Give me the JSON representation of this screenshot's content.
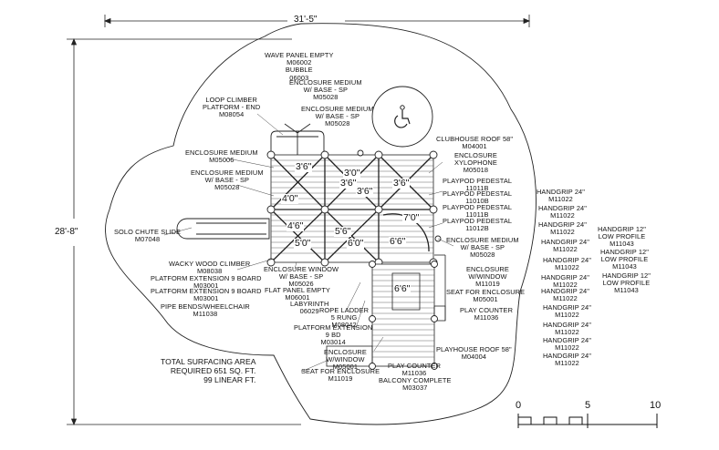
{
  "dimensions": {
    "width": "31'-5\"",
    "height": "28'-8\""
  },
  "labels": {
    "wave_panel": "WAVE PANEL EMPTY\nM06002\nBUBBLE\n06003",
    "enclosure_medium_base_1": "ENCLOSURE MEDIUM\nW/ BASE - SP\nM05028",
    "loop_climber": "LOOP CLIMBER\nPLATFORM - END\nM08054",
    "enclosure_medium_base_2": "ENCLOSURE MEDIUM\nW/ BASE - SP\nM05028",
    "enclosure_medium": "ENCLOSURE MEDIUM\nM05006",
    "enclosure_medium_base_3": "ENCLOSURE MEDIUM\nW/ BASE - SP\nM05028",
    "clubhouse_roof": "CLUBHOUSE ROOF 58\"\nM04001",
    "enclosure_xylophone": "ENCLOSURE\nXYLOPHONE\nM05018",
    "playpod_1": "PLAYPOD PEDESTAL\n11011B",
    "playpod_2": "PLAYPOD PEDESTAL\n11010B",
    "playpod_3": "PLAYPOD PEDESTAL\n11011B",
    "playpod_4": "PLAYPOD PEDESTAL\n11012B",
    "enclosure_medium_base_4": "ENCLOSURE MEDIUM\nW/ BASE - SP\nM05028",
    "solo_chute_slide": "SOLO CHUTE SLIDE\nM07048",
    "wacky_wood_climber": "WACKY WOOD CLIMBER\nM08038",
    "platform_ext_1": "PLATFORM EXTENSION 9 BOARD\nM03001",
    "platform_ext_2": "PLATFORM EXTENSION 9 BOARD\nM03001",
    "pipe_bends": "PIPE BENDS/WHEELCHAIR\nM11038",
    "enclosure_window_base": "ENCLOSURE WINDOW\nW/ BASE - SP\nM05026",
    "flat_panel": "FLAT PANEL EMPTY\nM06001",
    "labyrinth": "LABYRINTH\n06029",
    "rope_ladder": "ROPE LADDER\n5 RUNG\nM08042",
    "platform_ext_9bd": "PLATFORM EXTENSION\n9 BD\nM03014",
    "enclosure_window_1": "ENCLOSURE\nW/WINDOW\nM11019",
    "seat_for_enclosure_1": "SEAT FOR ENCLOSURE\nM05001",
    "play_counter_1": "PLAY COUNTER\nM11036",
    "playhouse_roof": "PLAYHOUSE ROOF 58\"\nM04004",
    "enclosure_window_2": "ENCLOSURE\nW/WINDOW\nM05001",
    "seat_for_enclosure_2": "SEAT FOR ENCLOSURE\nM11019",
    "play_counter_2": "PLAY COUNTER\nM11036",
    "balcony_complete": "BALCONY COMPLETE\nM03037",
    "handgrips_col1": [
      "HANDGRIP 24\"\nM11022",
      "HANDGRIP 24\"\nM11022",
      "HANDGRIP 24\"\nM11022",
      "HANDGRIP 24\"\nM11022",
      "HANDGRIP 24\"\nM11022",
      "HANDGRIP 24\"\nM11022",
      "HANDGRIP 24\"\nM11022",
      "HANDGRIP 24\"\nM11022",
      "HANDGRIP 24\"\nM11022",
      "HANDGRIP 24\"\nM11022"
    ],
    "handgrips_col2": [
      "HANDGRIP 12\"\nLOW PROFILE\nM11043",
      "HANDGRIP 12\"\nLOW PROFILE\nM11043",
      "HANDGRIP 12\"\nLOW PROFILE\nM11043"
    ]
  },
  "rooms": [
    "3'6\"",
    "3'0\"",
    "3'6\"",
    "3'6\"",
    "3'6\"",
    "4'0\"",
    "4'6\"",
    "5'0\"",
    "5'6\"",
    "6'0\"",
    "7'0\"",
    "6'6\"",
    "6'6\""
  ],
  "surfacing_note": "TOTAL SURFACING AREA\nREQUIRED 651 SQ. FT.\n99 LINEAR FT.",
  "scale": {
    "ticks": [
      "0",
      "5",
      "10"
    ]
  }
}
